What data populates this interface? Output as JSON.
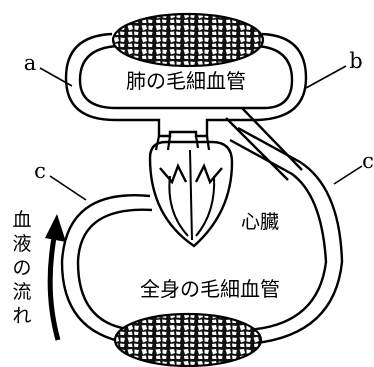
{
  "labels": {
    "a": "a",
    "b": "b",
    "c_left": "c",
    "c_right": "c"
  },
  "regions": {
    "lung_capillaries": "肺の毛細血管",
    "heart": "心臓",
    "body_capillaries": "全身の毛細血管"
  },
  "flow_direction": {
    "chars": [
      "血",
      "液",
      "の",
      "流",
      "れ"
    ]
  }
}
